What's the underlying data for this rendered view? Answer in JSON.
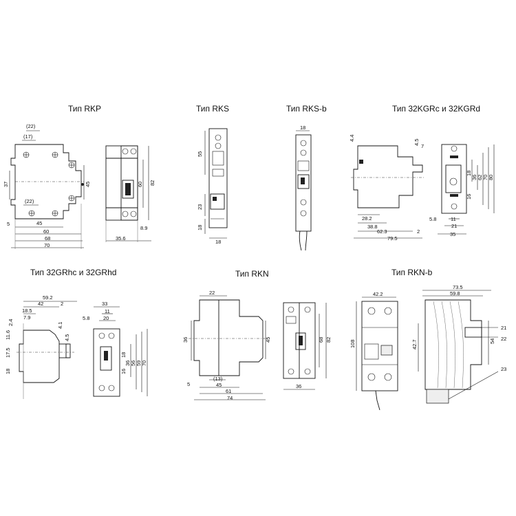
{
  "titles": {
    "rkp": "Тип RKP",
    "rks": "Тип RKS",
    "rksb": "Тип RKS-b",
    "kgr": "Тип 32KGRc и 32KGRd",
    "gr": "Тип 32GRhc и 32GRhd",
    "rkn": "Тип RKN",
    "rknb": "Тип RKN-b"
  },
  "dims": {
    "rkp": [
      "(22)",
      "(17)",
      "37",
      "45",
      "(22)",
      "5",
      "45",
      "60",
      "68",
      "70",
      "60",
      "82",
      "8.9",
      "35.6"
    ],
    "rks": [
      "55",
      "23",
      "18",
      "18"
    ],
    "rksb": [
      "18"
    ],
    "kgr": [
      "4.4",
      "4.5",
      "7",
      "16",
      "18",
      "36",
      "62",
      "70",
      "80",
      "28.2",
      "38.8",
      "62.3",
      "79.5",
      "2",
      "5.8",
      "11",
      "21",
      "35"
    ],
    "gr": [
      "59.2",
      "42",
      "2",
      "18.5",
      "7.9",
      "2.4",
      "4.1",
      "11.6",
      "4.5",
      "17.5",
      "18",
      "33",
      "11",
      "20",
      "5.8",
      "18",
      "36",
      "56",
      "59",
      "70",
      "16"
    ],
    "rkn": [
      "22",
      "36",
      "45",
      "5",
      "(13)",
      "45",
      "61",
      "74",
      "68",
      "82",
      "36"
    ],
    "rknb": [
      "42.2",
      "108",
      "73.5",
      "59.8",
      "42.7",
      "21",
      "22",
      "54",
      "23"
    ]
  }
}
